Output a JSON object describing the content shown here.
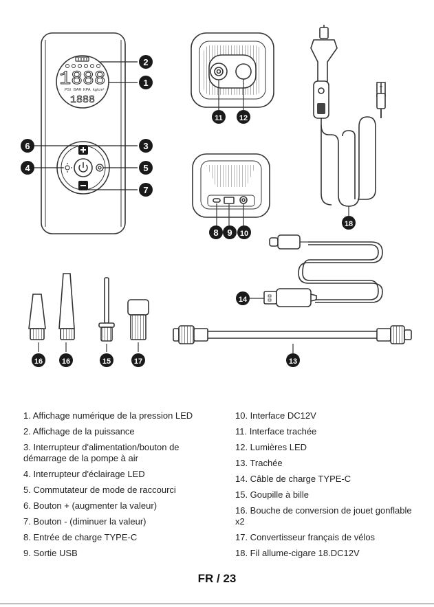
{
  "badges": {
    "b1": "1",
    "b2": "2",
    "b3": "3",
    "b4": "4",
    "b5": "5",
    "b6": "6",
    "b7": "7",
    "b8": "8",
    "b9": "9",
    "b10": "10",
    "b11": "11",
    "b12": "12",
    "b13": "13",
    "b14": "14",
    "b15": "15",
    "b16a": "16",
    "b16b": "16",
    "b17": "17",
    "b18": "18"
  },
  "display": {
    "digits_big": "1888",
    "digits_small": "1888",
    "units": [
      "PSI",
      "BAR",
      "KPA",
      "kg/cm²"
    ]
  },
  "legend_left": [
    "1. Affichage numérique de la pression LED",
    "2. Affichage de la puissance",
    "3. Interrupteur d'alimentation/bouton de démarrage de la pompe à air",
    "4. Interrupteur d'éclairage LED",
    "5. Commutateur de mode de raccourci",
    "6. Bouton + (augmenter la valeur)",
    "7. Bouton - (diminuer la valeur)",
    "8. Entrée de charge TYPE-C",
    "9. Sortie USB"
  ],
  "legend_right": [
    "10. Interface DC12V",
    "11. Interface trachée",
    "12. Lumières LED",
    "13. Trachée",
    "14. Câble de charge TYPE-C",
    "15. Goupille à bille",
    "16. Bouche de conversion de jouet gonflable x2",
    "17. Convertisseur français de vélos",
    "18. Fil allume-cigare 18.DC12V"
  ],
  "footer": "FR / 23",
  "colors": {
    "ink": "#222222",
    "badge": "#1a1a1a",
    "line": "#333333"
  }
}
